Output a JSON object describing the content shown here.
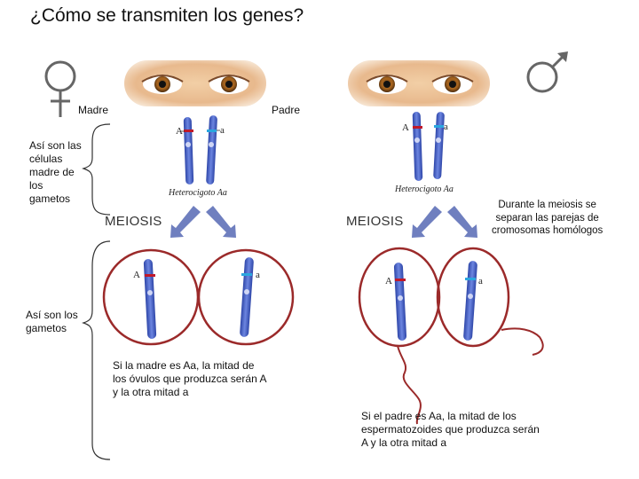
{
  "title": "¿Cómo se transmiten los genes?",
  "mother_label": "Madre",
  "father_label": "Padre",
  "mother_symbol_icon": "female-symbol-icon",
  "father_symbol_icon": "male-symbol-icon",
  "mother_cells_label": [
    "Así son las",
    "células",
    "madre de",
    "los",
    "gametos"
  ],
  "gametes_label": [
    "Así son los",
    "gametos"
  ],
  "heterozygote_caption": "Heterocigoto Aa",
  "meiosis_label": "MEIOSIS",
  "meiosis_note": [
    "Durante la meiosis se",
    "separan las parejas de",
    "cromosomas homólogos"
  ],
  "allele_dominant": "A",
  "allele_recessive": "a",
  "mother_note": [
    "Si la madre es Aa, la mitad de",
    "los óvulos que produzca serán A",
    "y la otra mitad a"
  ],
  "father_note": [
    "Si el padre es Aa, la mitad de los",
    "espermatozoides que produzca serán",
    "A y la otra mitad a"
  ],
  "colors": {
    "chromosome": "#4a63c7",
    "circle": "#9b2a2a",
    "arrow": "#6f7fbf",
    "dominant_band": "#c0182a",
    "recessive_band": "#2aa6df"
  }
}
